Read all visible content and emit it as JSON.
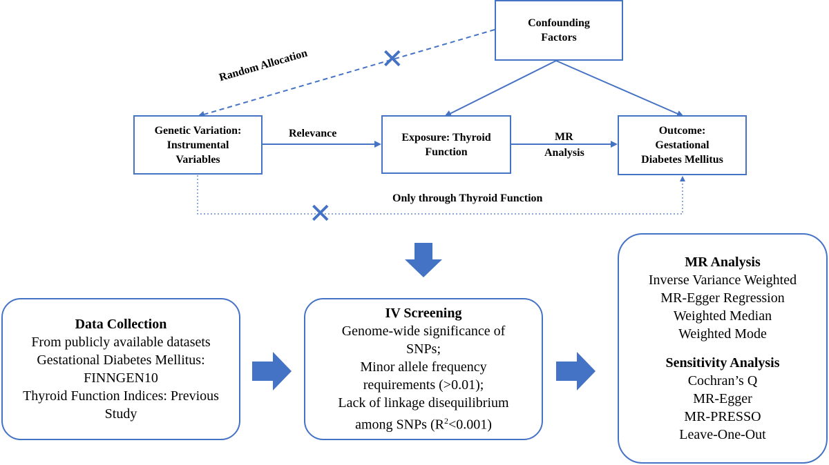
{
  "colors": {
    "accent": "#4472c4",
    "arrow_fill": "#4472c4",
    "text": "#000000",
    "background": "#ffffff"
  },
  "diagram": {
    "confounding": {
      "line1": "Confounding",
      "line2": "Factors"
    },
    "genetic": {
      "line1": "Genetic Variation:",
      "line2": "Instrumental",
      "line3": "Variables"
    },
    "exposure": {
      "line1": "Exposure: Thyroid",
      "line2": "Function"
    },
    "outcome": {
      "line1": "Outcome:",
      "line2": "Gestational",
      "line3": "Diabetes Mellitus"
    },
    "labels": {
      "random_allocation": "Random Allocation",
      "relevance": "Relevance",
      "mr_analysis_line1": "MR",
      "mr_analysis_line2": "Analysis",
      "only_through": "Only through Thyroid Function"
    },
    "cross_icon": "cross-mark-icon"
  },
  "workflow": {
    "data_collection": {
      "title": "Data Collection",
      "lines": [
        "From publicly available datasets",
        "Gestational Diabetes Mellitus:",
        "FINNGEN10",
        "Thyroid Function Indices: Previous",
        "Study"
      ]
    },
    "iv_screening": {
      "title": "IV Screening",
      "lines": [
        "Genome-wide significance of",
        "SNPs;",
        "Minor allele frequency",
        "requirements (>0.01);",
        "Lack of linkage disequilibrium"
      ],
      "last_line_prefix": "among SNPs (R",
      "last_line_sup": "2",
      "last_line_suffix": "<0.001)"
    },
    "mr_analysis": {
      "title": "MR Analysis",
      "methods": [
        "Inverse Variance Weighted",
        "MR-Egger Regression",
        "Weighted Median",
        "Weighted Mode"
      ],
      "sensitivity_title": "Sensitivity Analysis",
      "sensitivity": [
        "Cochran’s Q",
        "MR-Egger",
        "MR-PRESSO",
        "Leave-One-Out"
      ]
    }
  }
}
